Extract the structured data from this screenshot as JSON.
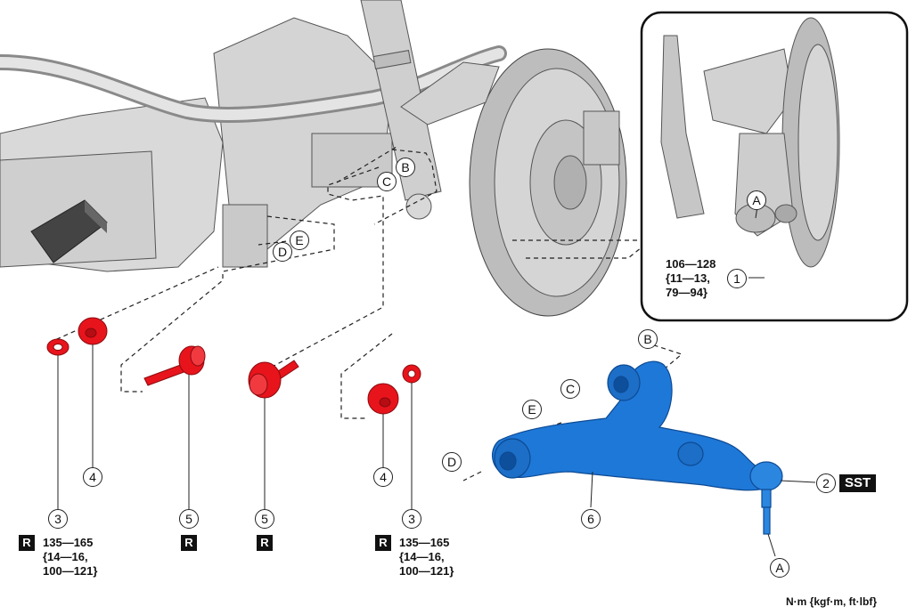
{
  "torque_unit_note": "N·m {kgf·m, ft·lbf}",
  "callouts": {
    "point_a": "A",
    "point_b": "B",
    "point_c": "C",
    "point_d": "D",
    "point_e": "E"
  },
  "part_numbers": {
    "p1": "1",
    "p2": "2",
    "p3": "3",
    "p4": "4",
    "p5": "5",
    "p6": "6"
  },
  "replace_mark": "R",
  "sst_mark": "SST",
  "torques": {
    "inset_nut": "106—128\n{11—13,\n79—94}",
    "left_nut": "135—165\n{14—16,\n100—121}",
    "right_nut": "135—165\n{14—16,\n100—121}"
  },
  "colors": {
    "part_red": "#e8141c",
    "arm_blue": "#1e78d8",
    "metal_gray": "#d6d6d6",
    "line_dark": "#222222"
  }
}
